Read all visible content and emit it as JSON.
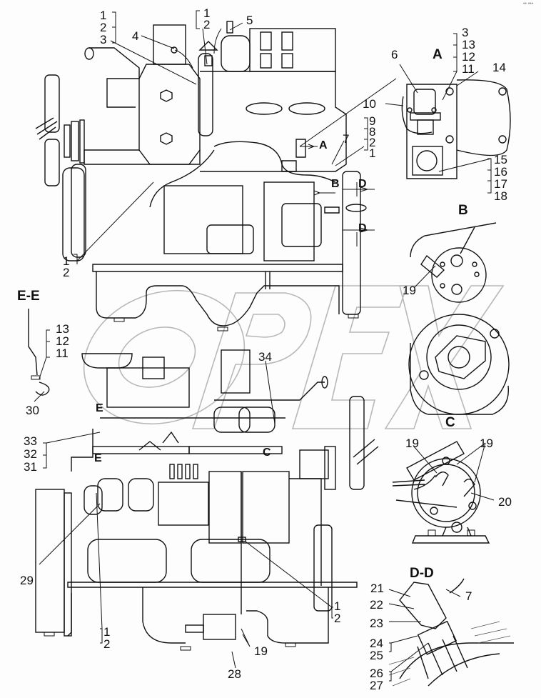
{
  "diagram": {
    "watermark": "OPEX",
    "corner_mark": "•• •••",
    "views": {
      "A": "A",
      "B": "B",
      "C": "C",
      "EE": "E-E",
      "DD": "D-D"
    },
    "section_marks": {
      "A_arrow": "A",
      "B_arrow": "B",
      "D_top": "D",
      "D_bottom": "D",
      "E_top": "E",
      "E_bottom": "E",
      "C_arrow": "C"
    },
    "callouts": {
      "top_left_group": [
        "1",
        "2",
        "3"
      ],
      "top_center_group": [
        "1",
        "2"
      ],
      "c4": "4",
      "c5": "5",
      "c6": "6",
      "c7": "7",
      "right_group_9": [
        "9",
        "8",
        "2",
        "1"
      ],
      "c10": "10",
      "view_a_group_top": [
        "3",
        "13",
        "12",
        "11"
      ],
      "c14": "14",
      "view_a_group_bottom": [
        "15",
        "16",
        "17",
        "18"
      ],
      "left_mid_group": [
        "1",
        "2"
      ],
      "ee_group": [
        "13",
        "12",
        "11"
      ],
      "c30": "30",
      "c19_b": "19",
      "c34": "34",
      "left_lower_group": [
        "33",
        "32",
        "31"
      ],
      "c19_c_left": "19",
      "c19_c_right": "19",
      "c20": "20",
      "c29": "29",
      "bottom_left_group": [
        "1",
        "2"
      ],
      "bottom_right_group": [
        "1",
        "2"
      ],
      "c19_bottom": "19",
      "c28": "28",
      "dd_c21": "21",
      "dd_c22": "22",
      "dd_c23": "23",
      "dd_group_24": [
        "24",
        "25"
      ],
      "dd_group_26": [
        "26",
        "27"
      ],
      "dd_c7": "7"
    }
  }
}
